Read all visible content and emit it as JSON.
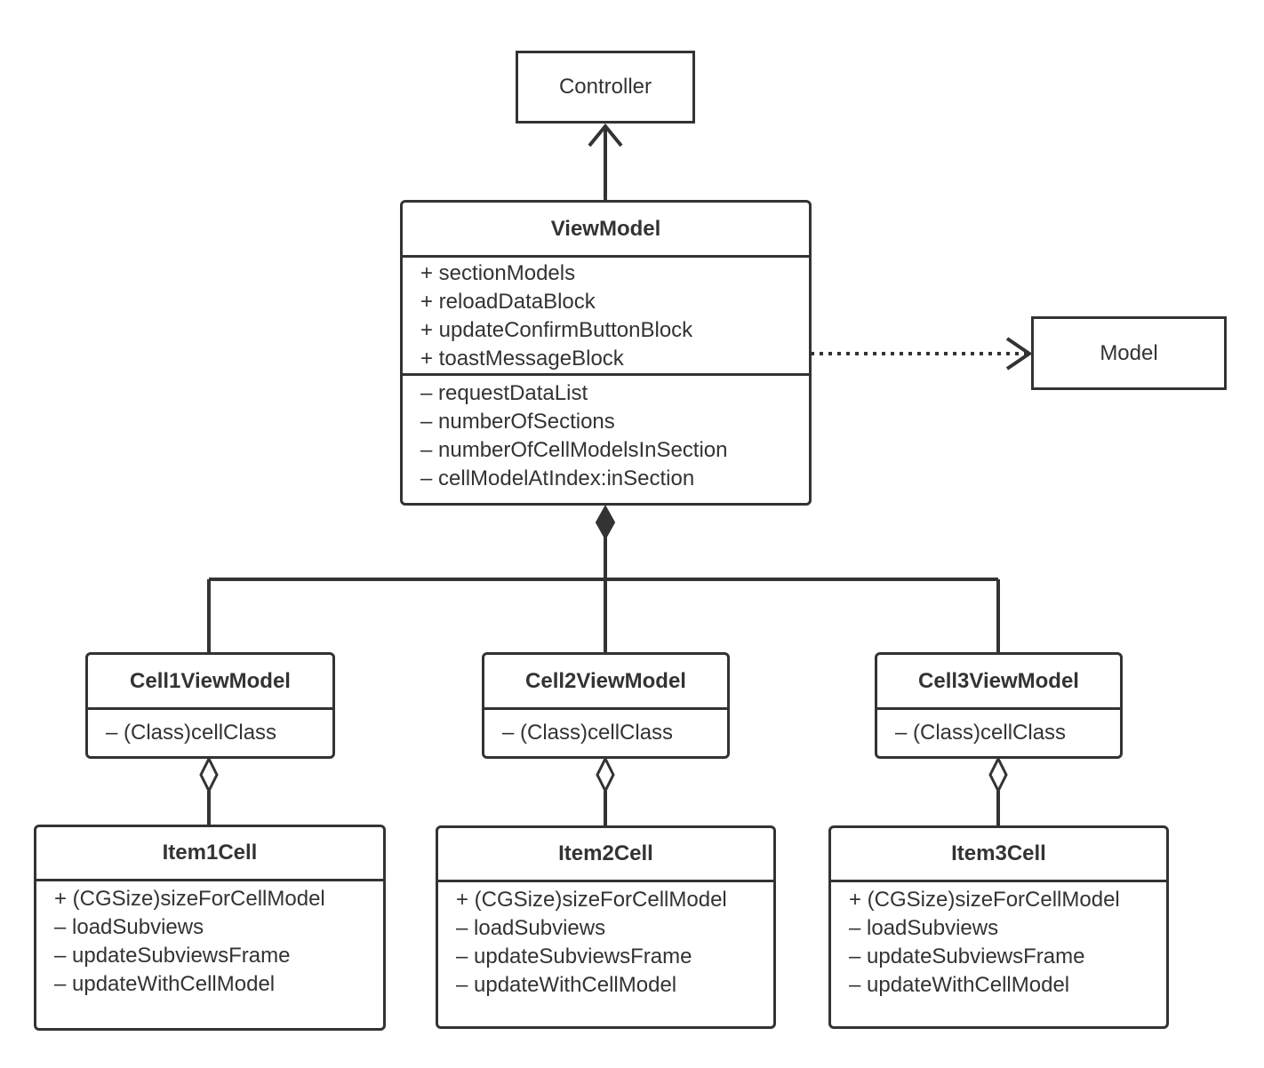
{
  "controller": {
    "name": "Controller"
  },
  "model": {
    "name": "Model"
  },
  "viewModel": {
    "name": "ViewModel",
    "attributes": [
      "+ sectionModels",
      "+ reloadDataBlock",
      "+ updateConfirmButtonBlock",
      "+ toastMessageBlock"
    ],
    "operations": [
      "– requestDataList",
      "– numberOfSections",
      "– numberOfCellModelsInSection",
      "– cellModelAtIndex:inSection"
    ]
  },
  "cellViewModels": [
    {
      "name": "Cell1ViewModel",
      "members": [
        "– (Class)cellClass"
      ]
    },
    {
      "name": "Cell2ViewModel",
      "members": [
        "– (Class)cellClass"
      ]
    },
    {
      "name": "Cell3ViewModel",
      "members": [
        "– (Class)cellClass"
      ]
    }
  ],
  "cells": [
    {
      "name": "Item1Cell",
      "members": [
        "+ (CGSize)sizeForCellModel",
        "– loadSubviews",
        "– updateSubviewsFrame",
        "– updateWithCellModel"
      ]
    },
    {
      "name": "Item2Cell",
      "members": [
        "+ (CGSize)sizeForCellModel",
        "– loadSubviews",
        "– updateSubviewsFrame",
        "– updateWithCellModel"
      ]
    },
    {
      "name": "Item3Cell",
      "members": [
        "+ (CGSize)sizeForCellModel",
        "– loadSubviews",
        "– updateSubviewsFrame",
        "– updateWithCellModel"
      ]
    }
  ]
}
